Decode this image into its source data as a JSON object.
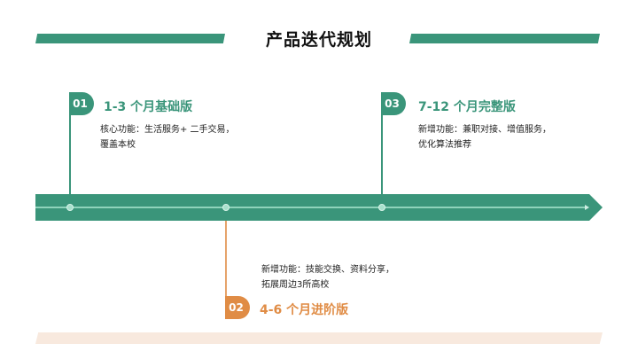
{
  "header": {
    "title": "产品迭代规划"
  },
  "colors": {
    "primary": "#3a957a",
    "accent": "#e08c45",
    "footer": "#f8e9de",
    "dot": "#a8e0cc"
  },
  "phases": [
    {
      "number": "01",
      "title": "1-3 个月基础版",
      "desc_line1": "核心功能：生活服务+ 二手交易，",
      "desc_line2": "覆盖本校",
      "color": "green"
    },
    {
      "number": "02",
      "title": "4-6 个月进阶版",
      "desc_line1": "新增功能：技能交换、资料分享，",
      "desc_line2": "拓展周边3所高校",
      "color": "orange"
    },
    {
      "number": "03",
      "title": "7-12 个月完整版",
      "desc_line1": "新增功能：兼职对接、增值服务，",
      "desc_line2": "优化算法推荐",
      "color": "green"
    }
  ]
}
